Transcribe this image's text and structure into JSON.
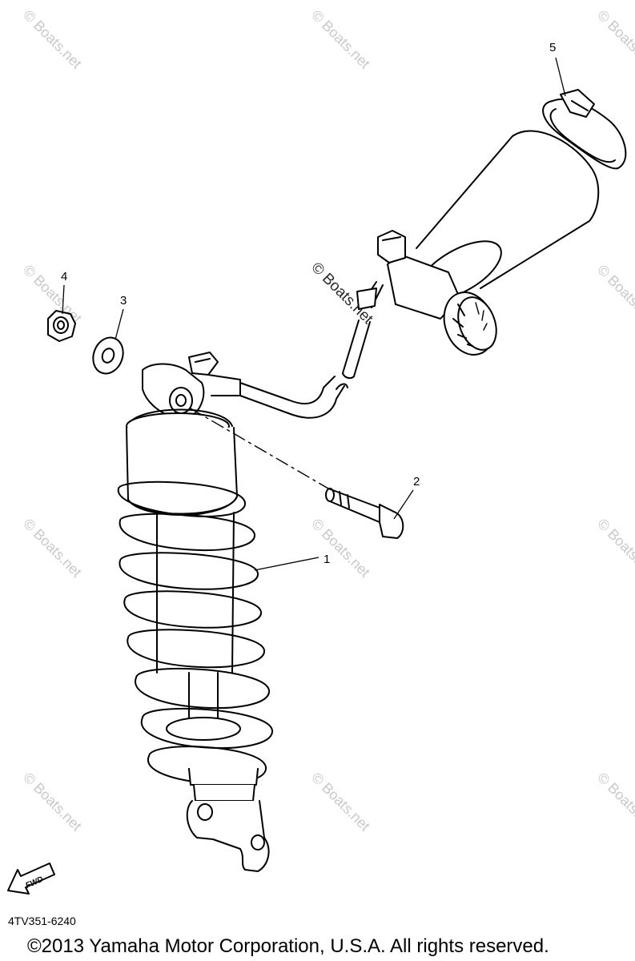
{
  "watermark": "© Boats.net",
  "callouts": {
    "c1": "1",
    "c2": "2",
    "c3": "3",
    "c4": "4",
    "c5": "5"
  },
  "fwd_label": "FWD",
  "part_code": "4TV351-6240",
  "copyright": "©2013 Yamaha Motor Corporation, U.S.A. All rights reserved."
}
